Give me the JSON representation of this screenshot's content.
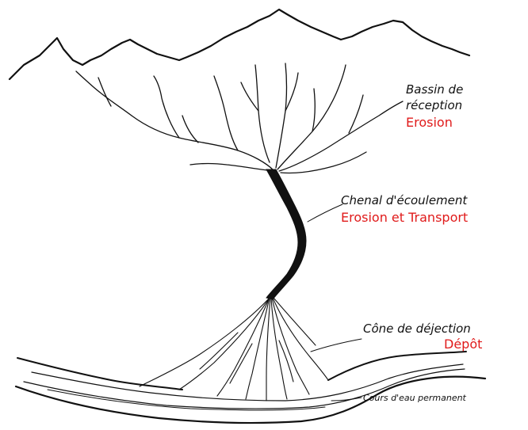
{
  "diagram": {
    "colors": {
      "ink": "#111111",
      "accent": "#e01b1b",
      "background": "#ffffff"
    },
    "labels": {
      "bassin_line1": "Bassin de",
      "bassin_line2": "réception",
      "bassin_role": "Erosion",
      "chenal": "Chenal d'écoulement",
      "chenal_role": "Erosion et Transport",
      "cone": "Cône de déjection",
      "cone_role": "Dépôt",
      "cours": "Cours d'eau permanent"
    }
  }
}
